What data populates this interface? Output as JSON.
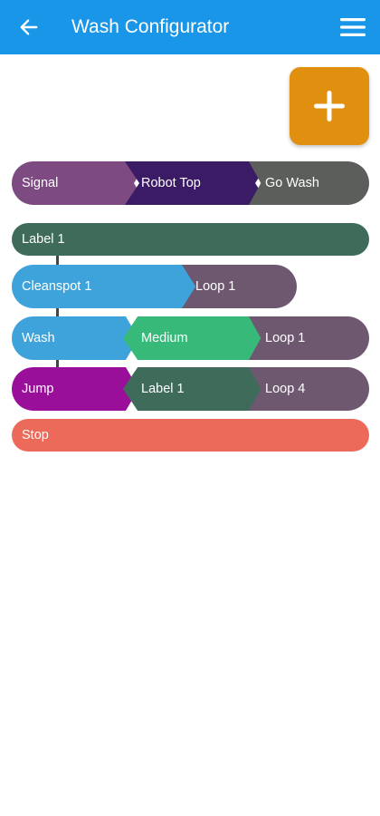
{
  "header": {
    "title": "Wash Configurator",
    "background": "#1a96e8"
  },
  "add_button": {
    "color": "#e0900e"
  },
  "program": {
    "signal_row": [
      {
        "label": "Signal",
        "color": "#7d4a82"
      },
      {
        "label": "Robot Top",
        "color": "#3b1a66"
      },
      {
        "label": "Go Wash",
        "color": "#5c5e5b"
      }
    ],
    "label_block": {
      "label": "Label 1",
      "color": "#3f6b5b"
    },
    "cleanspot_row": [
      {
        "label": "Cleanspot 1",
        "color": "#3ea3da"
      },
      {
        "label": "Loop 1",
        "color": "#6e5870"
      }
    ],
    "wash_row": [
      {
        "label": "Wash",
        "color": "#3ea3da"
      },
      {
        "label": "Medium",
        "color": "#36b979"
      },
      {
        "label": "Loop 1",
        "color": "#6e5870"
      }
    ],
    "jump_row": [
      {
        "label": "Jump",
        "color": "#9a0f9a"
      },
      {
        "label": "Label 1",
        "color": "#3f6b5b"
      },
      {
        "label": "Loop 4",
        "color": "#6e5870"
      }
    ],
    "stop_block": {
      "label": "Stop",
      "color": "#ec6a5a"
    }
  }
}
